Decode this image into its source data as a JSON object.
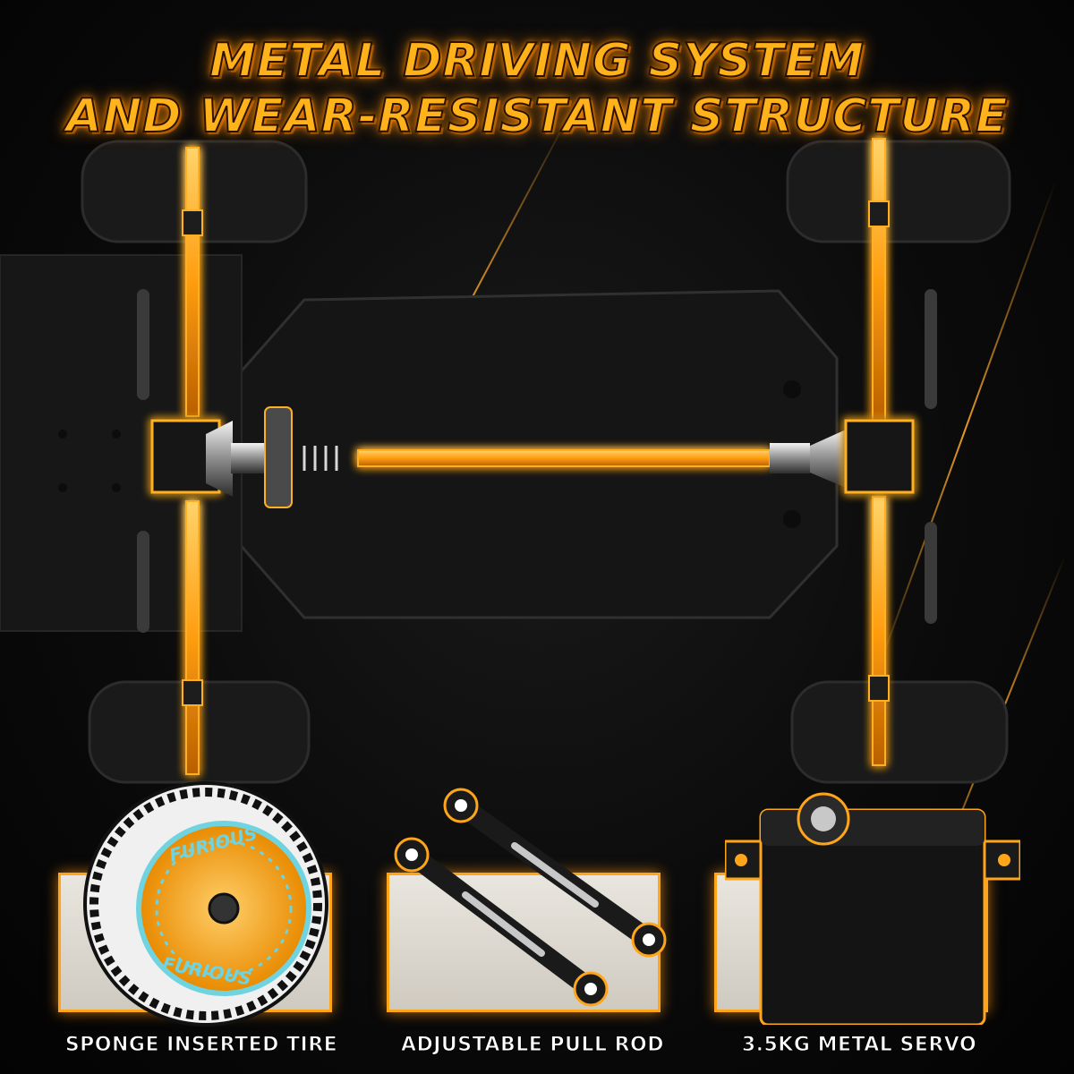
{
  "title": {
    "line1": "METAL DRIVING SYSTEM",
    "line2": "AND WEAR-RESISTANT STRUCTURE"
  },
  "features": [
    {
      "caption": "SPONGE INSERTED TIRE",
      "icon": "tire-icon"
    },
    {
      "caption": "ADJUSTABLE PULL ROD",
      "icon": "pull-rod-icon"
    },
    {
      "caption": "3.5KG METAL SERVO",
      "icon": "servo-icon"
    }
  ],
  "tire_brand": "FURIOUS",
  "colors": {
    "accent": "#ffa51a",
    "glow": "#ff8c00",
    "background": "#050505",
    "rim": "#f5a623",
    "rim_trim": "#6fd3e0"
  }
}
